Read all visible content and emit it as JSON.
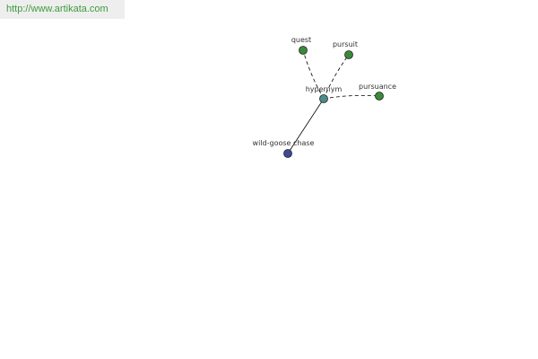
{
  "source": {
    "url_text": "http://www.artikata.com"
  },
  "graph": {
    "nodes": [
      {
        "id": "hypernym",
        "label": "hypernym",
        "color": "#4a8c8c",
        "kind": "hub"
      },
      {
        "id": "quest",
        "label": "quest",
        "color": "#3a8a3a",
        "kind": "related"
      },
      {
        "id": "pursuit",
        "label": "pursuit",
        "color": "#3a8a3a",
        "kind": "related"
      },
      {
        "id": "pursuance",
        "label": "pursuance",
        "color": "#3a8a3a",
        "kind": "related"
      },
      {
        "id": "wild-goose-chase",
        "label": "wild-goose chase",
        "color": "#3a4a99",
        "kind": "root"
      }
    ],
    "edges": [
      {
        "from": "hypernym",
        "to": "quest",
        "style": "dashed"
      },
      {
        "from": "hypernym",
        "to": "pursuit",
        "style": "dashed"
      },
      {
        "from": "hypernym",
        "to": "pursuance",
        "style": "dashed"
      },
      {
        "from": "hypernym",
        "to": "wild-goose-chase",
        "style": "solid"
      }
    ]
  }
}
